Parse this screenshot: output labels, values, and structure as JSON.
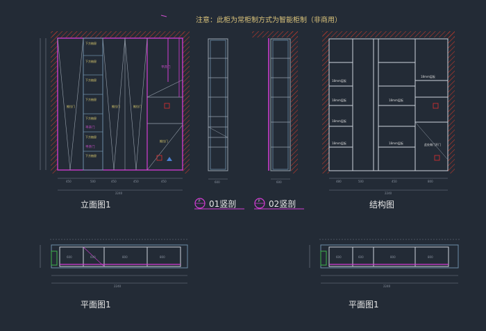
{
  "note": "注意：此柜为常柜制方式为智能柜制（非商用）",
  "views": {
    "elevation_title": "立面图1",
    "section1_title": "01竖剖",
    "section2_title": "02竖剖",
    "structure_title": "结构图",
    "plan1_title": "平面图1",
    "plan2_title": "平面图1",
    "section_marker": "P"
  },
  "elevation": {
    "drawer_labels": [
      "下方抽屉",
      "下方抽屉",
      "下方抽屉",
      "下方抽屉",
      "下方抽屉",
      "下方抽屉",
      "下方抽屉"
    ],
    "magenta_labels": [
      "平开门",
      "平开门",
      "平开门"
    ],
    "door_labels": [
      "推拉门",
      "推拉门",
      "推拉门",
      "推拉门"
    ],
    "width_dims": [
      "450",
      "500",
      "450",
      "450",
      "450"
    ],
    "total_width": "2240"
  },
  "structure": {
    "shelf_labels": [
      "18mm层板",
      "18mm层板",
      "18mm层板",
      "18mm层板",
      "18mm层板",
      "18mm层板",
      "18mm层板"
    ],
    "door_note": "此处做门开门",
    "width_dims": [
      "480",
      "500",
      "450",
      "800"
    ],
    "total_width": "2240"
  },
  "section": {
    "depth_dims": [
      "600",
      "600"
    ]
  },
  "plan": {
    "dims": [
      "600",
      "600",
      "800",
      "800"
    ],
    "total_width": "2240"
  }
}
